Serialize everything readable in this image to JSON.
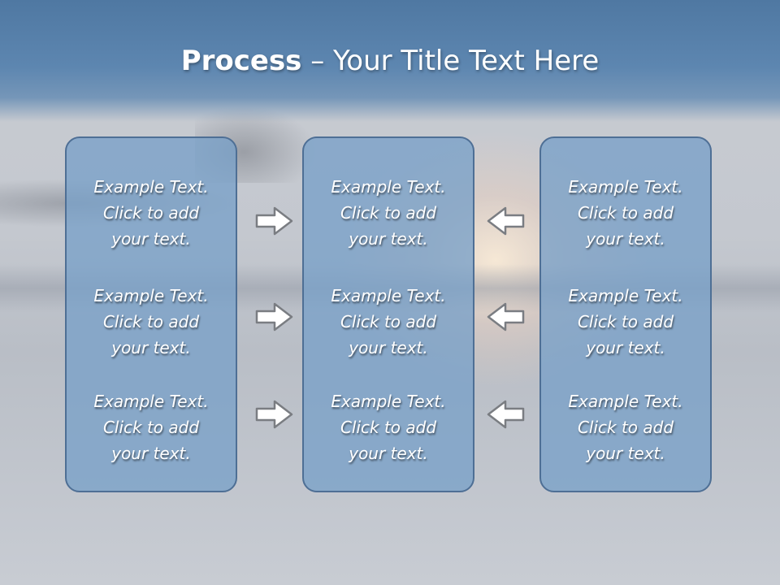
{
  "title": {
    "bold": "Process",
    "rest": " – Your Title Text Here"
  },
  "columns": [
    {
      "items": [
        "Example Text.\nClick  to add\nyour text.",
        "Example Text.\nClick  to add\nyour text.",
        "Example Text.\nClick  to add\nyour text."
      ]
    },
    {
      "items": [
        "Example Text.\nClick  to add\nyour text.",
        "Example Text.\nClick  to add\nyour text.",
        "Example Text.\nClick  to add\nyour text."
      ]
    },
    {
      "items": [
        "Example Text.\nClick  to add\nyour text.",
        "Example Text.\nClick  to add\nyour text.",
        "Example Text.\nClick  to add\nyour text."
      ]
    }
  ],
  "arrows": {
    "left_group": "right-arrow-icon",
    "right_group": "left-arrow-icon"
  },
  "colors": {
    "title_band": "#5d86b0",
    "panel_fill": "#78a0c8",
    "panel_border": "#4e6f95",
    "arrow_fill": "#ffffff",
    "arrow_stroke": "#7a7d82"
  }
}
